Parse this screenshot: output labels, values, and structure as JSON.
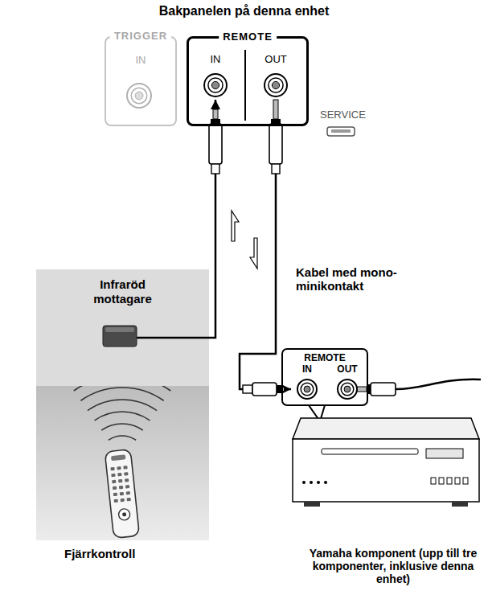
{
  "diagram": {
    "title": "Bakpanelen på denna enhet",
    "nodes": [
      {
        "text": [
          "TRIGGER",
          "IN"
        ]
      },
      {
        "text": [
          "REMOTE"
        ]
      },
      {
        "text": [
          "IN"
        ],
        "in": 1
      },
      {
        "text": [
          "OUT"
        ],
        "in": 1
      },
      {
        "text": [
          "Infraröd mottagare"
        ]
      },
      {
        "text": [
          "REMOTE"
        ]
      },
      {
        "text": [
          "IN"
        ],
        "in": 5
      },
      {
        "text": [
          "OUT"
        ],
        "in": 5
      }
    ],
    "edges": [
      {
        "from": 4,
        "to": 2,
        "arrow": "to"
      },
      {
        "from": 3,
        "to": 6,
        "arrow": "to"
      }
    ],
    "labels": [
      "SERVICE",
      "Kabel med mono-minikontakt",
      "Fjärrkontroll",
      "Yamaha komponent (upp till tre komponenter, inklusive denna enhet)"
    ]
  }
}
